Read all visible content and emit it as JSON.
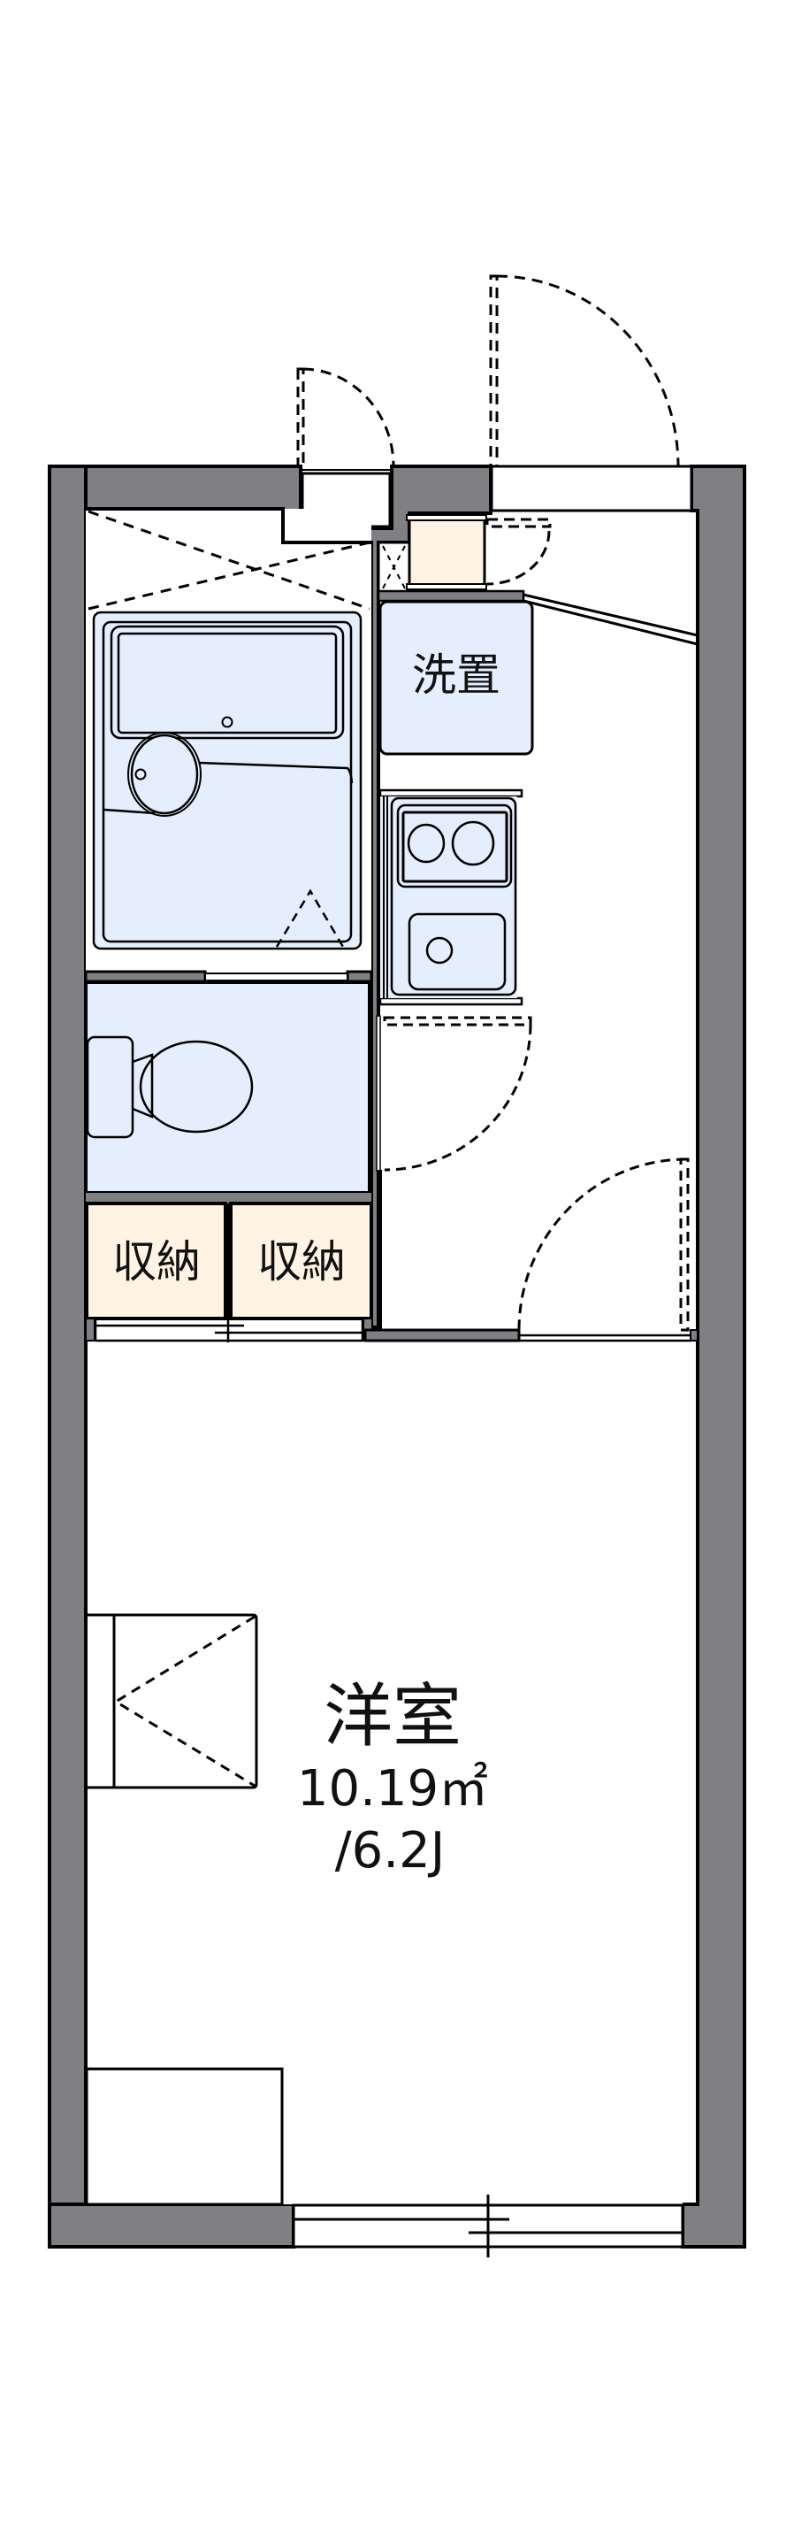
{
  "floorplan": {
    "colors": {
      "wall": "#807F83",
      "wet_area": "#E4EEFC",
      "storage": "#FFF4E4",
      "line": "#000000",
      "background": "#FFFFFF"
    },
    "rooms": {
      "main_room": {
        "name": "洋室",
        "area": "10.19㎡",
        "size": "/6.2J"
      },
      "washer": {
        "name": "洗置"
      },
      "storage_1": {
        "name": "収納"
      },
      "storage_2": {
        "name": "収納"
      }
    }
  }
}
